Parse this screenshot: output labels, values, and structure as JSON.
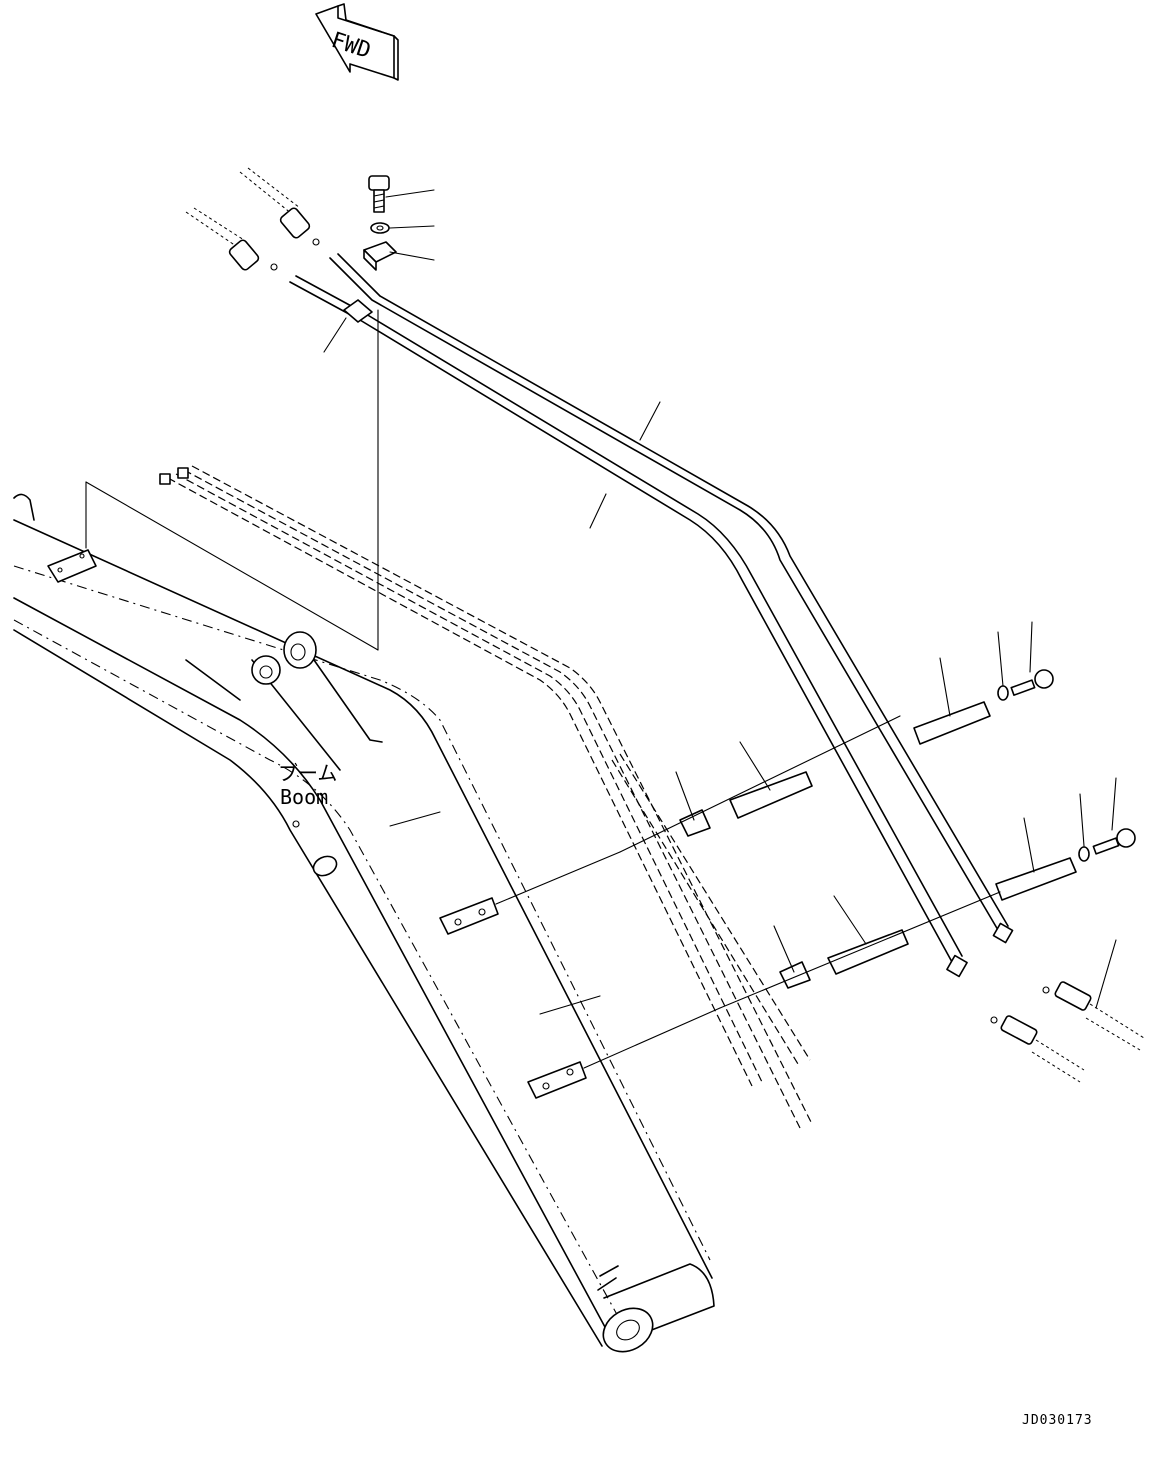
{
  "labels": {
    "fwd": "FWD",
    "boom_jp": "ブーム",
    "boom_en": "Boom",
    "drawing_code": "JD030173"
  }
}
